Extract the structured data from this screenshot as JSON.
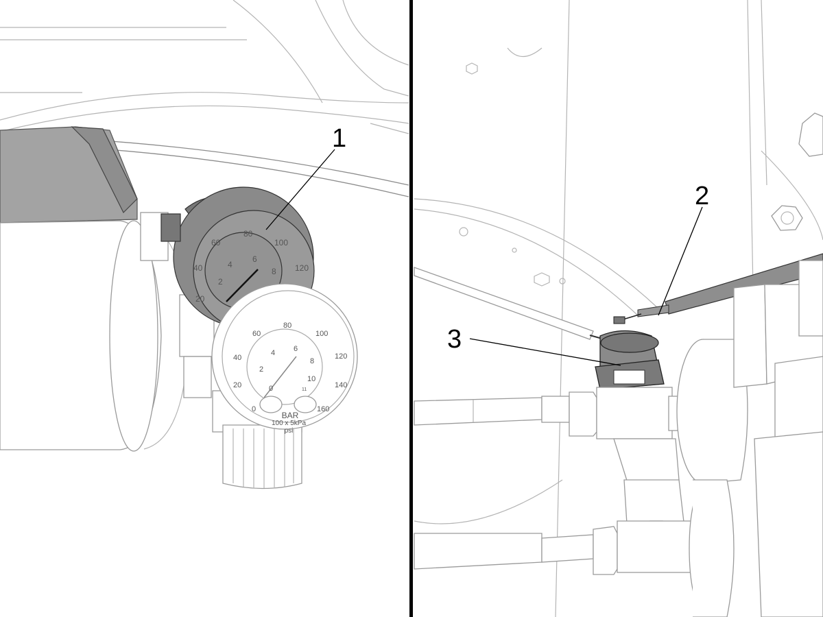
{
  "callouts": [
    {
      "id": "1",
      "label": "1"
    },
    {
      "id": "2",
      "label": "2"
    },
    {
      "id": "3",
      "label": "3"
    }
  ],
  "gauge_front": {
    "outer_scale": [
      "0",
      "20",
      "40",
      "60",
      "80",
      "100",
      "120",
      "140",
      "160"
    ],
    "inner_scale": [
      "0",
      "2",
      "4",
      "6",
      "8",
      "10",
      "11"
    ],
    "unit_bar": "BAR",
    "unit_kpa": "100 x 5kPa",
    "unit_psi": "psi"
  },
  "gauge_back": {
    "outer_scale": [
      "20",
      "40",
      "60",
      "80",
      "100",
      "120"
    ],
    "inner_scale": [
      "2",
      "4",
      "6",
      "8"
    ]
  },
  "colors": {
    "highlight_gray": "#8a8a8a",
    "line_gray": "#b4b4b4",
    "divider": "#000000"
  }
}
